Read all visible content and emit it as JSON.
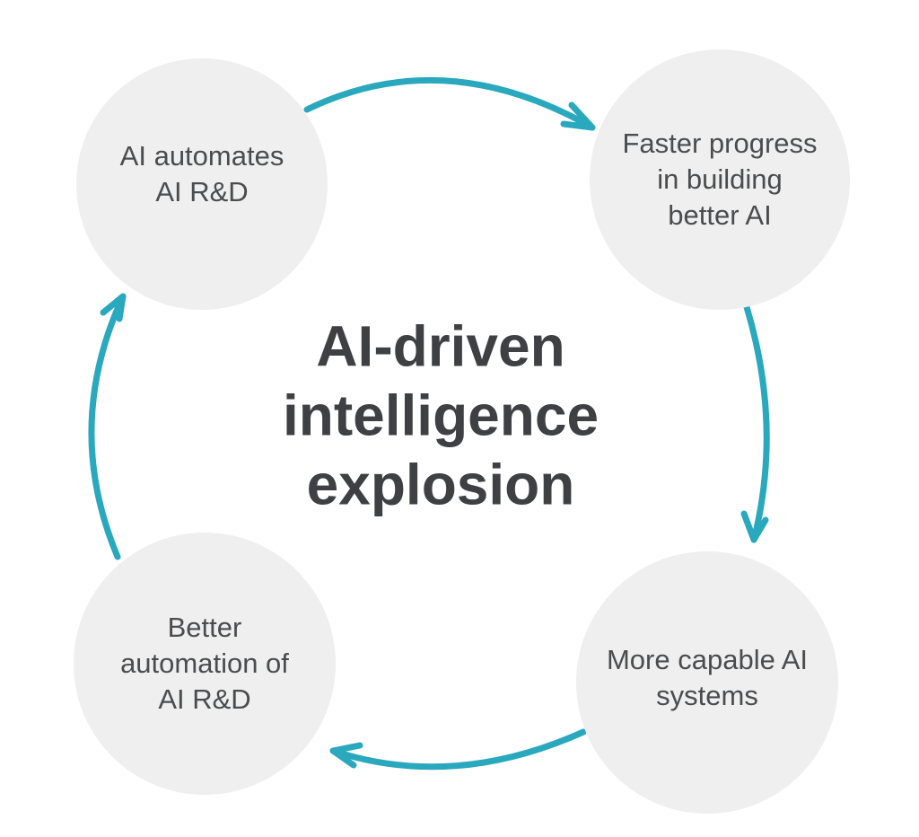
{
  "diagram": {
    "type": "cycle-diagram",
    "title": {
      "lines": [
        "AI-driven",
        "intelligence",
        "explosion"
      ],
      "text": "AI-driven intelligence explosion"
    },
    "nodes": {
      "top_left": {
        "label": "AI automates AI R&D",
        "lines": [
          "AI automates",
          "AI R&D"
        ]
      },
      "top_right": {
        "label": "Faster progress in building better AI",
        "lines": [
          "Faster progress",
          "in building",
          "better AI"
        ]
      },
      "bottom_right": {
        "label": "More capable AI systems",
        "lines": [
          "More capable AI",
          "systems"
        ]
      },
      "bottom_left": {
        "label": "Better automation of AI R&D",
        "lines": [
          "Better",
          "automation of",
          "AI R&D"
        ]
      }
    },
    "arrows": [
      {
        "name": "top",
        "from": "top_left",
        "to": "top_right"
      },
      {
        "name": "right",
        "from": "top_right",
        "to": "bottom_right"
      },
      {
        "name": "bottom",
        "from": "bottom_right",
        "to": "bottom_left"
      },
      {
        "name": "left",
        "from": "bottom_left",
        "to": "top_left"
      }
    ]
  },
  "colors": {
    "background": "#ffffff",
    "circle_fill": "#efefef",
    "node_text": "#4a4c4e",
    "title_text": "#3e4043",
    "arrow": "#29a8be"
  }
}
